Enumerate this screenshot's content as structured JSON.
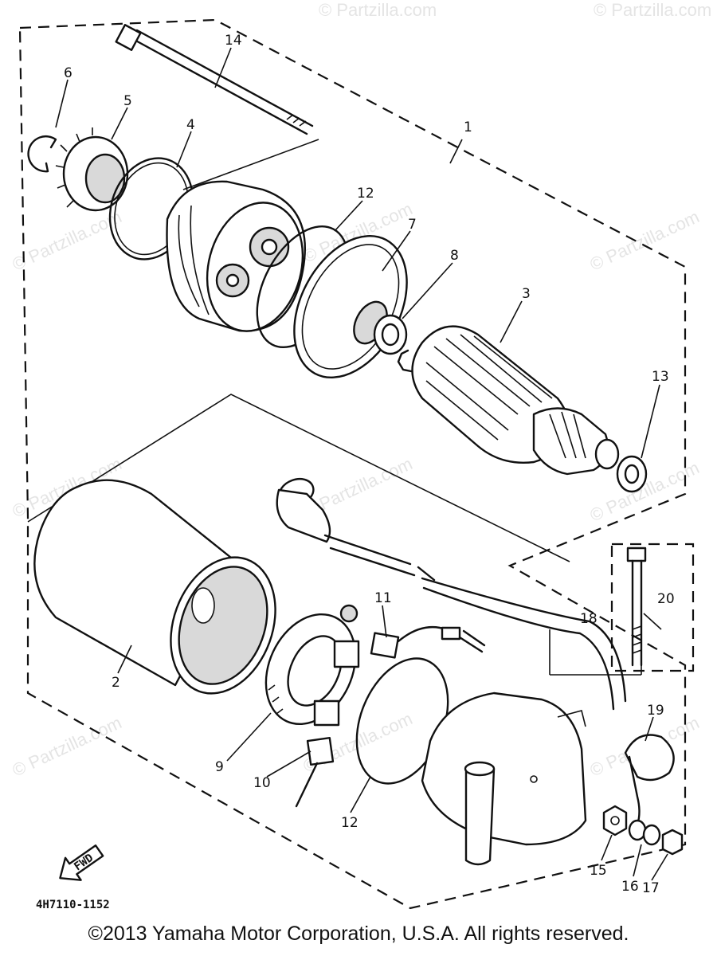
{
  "callouts": {
    "c1": "1",
    "c2": "2",
    "c3": "3",
    "c4": "4",
    "c5": "5",
    "c6": "6",
    "c7": "7",
    "c8": "8",
    "c9": "9",
    "c10": "10",
    "c11": "11",
    "c12a": "12",
    "c12b": "12",
    "c13": "13",
    "c14": "14",
    "c15": "15",
    "c16": "16",
    "c17": "17",
    "c18": "18",
    "c19": "19",
    "c20": "20"
  },
  "watermark": "© Partzilla.com",
  "drawing_code": "4H7110-1152",
  "front_arrow": "FWD",
  "copyright": "©2013 Yamaha Motor Corporation, U.S.A. All rights reserved."
}
